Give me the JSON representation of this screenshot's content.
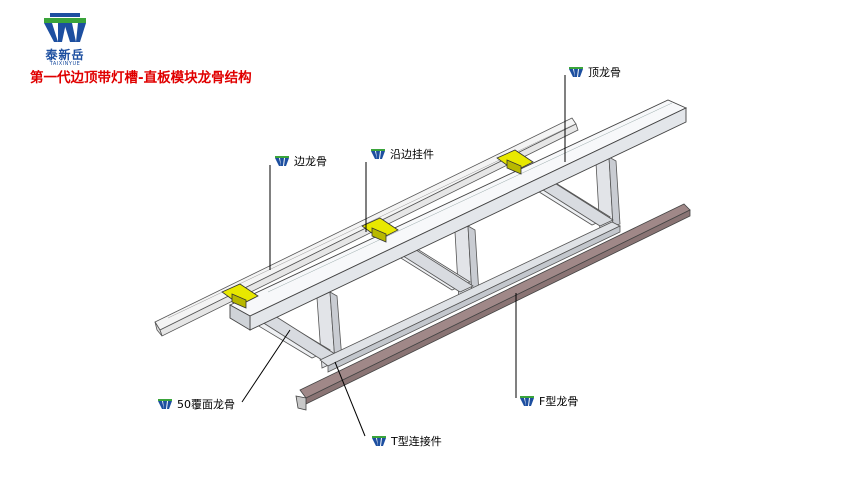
{
  "logo": {
    "name_cn": "泰新岳",
    "name_en": "TAIXINYUE"
  },
  "title": "第一代边顶带灯槽-直板模块龙骨结构",
  "labels": {
    "top_keel": "顶龙骨",
    "side_hanger": "沿边挂件",
    "edge_keel": "边龙骨",
    "cover_keel": "50覆面龙骨",
    "t_connector": "T型连接件",
    "f_keel": "F型龙骨"
  },
  "colors": {
    "brand_blue": "#1d4fa0",
    "brand_green": "#3aa43a",
    "title_red": "#e00000",
    "hanger_yellow": "#e8e800",
    "f_keel_brown": "#8a7474"
  }
}
